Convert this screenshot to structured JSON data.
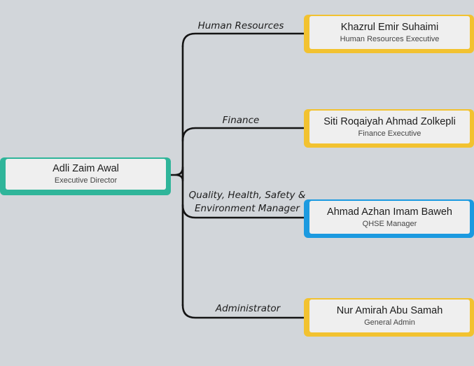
{
  "colors": {
    "background": "#d2d6da",
    "root_accent": "#2fb59a",
    "yellow_accent": "#f2c230",
    "blue_accent": "#1b9ae0",
    "connector": "#141414"
  },
  "root": {
    "name": "Adli Zaim Awal",
    "role": "Executive Director"
  },
  "branches": [
    {
      "label": "Human Resources",
      "name": "Khazrul Emir Suhaimi",
      "role": "Human Resources Executive"
    },
    {
      "label": "Finance",
      "name": "Siti Roqaiyah Ahmad Zolkepli",
      "role": "Finance Executive"
    },
    {
      "label_line1": "Quality, Health, Safety &",
      "label_line2": "Environment Manager",
      "name": "Ahmad Azhan Imam Baweh",
      "role": "QHSE Manager"
    },
    {
      "label": "Administrator",
      "name": "Nur Amirah Abu Samah",
      "role": "General Admin"
    }
  ]
}
